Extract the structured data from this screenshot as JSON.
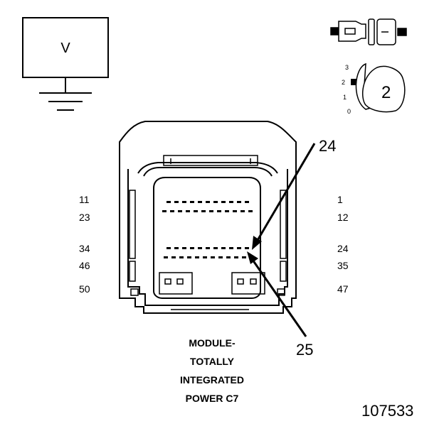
{
  "meter": {
    "symbol": "V"
  },
  "key_switch": {
    "positions": [
      "3",
      "2",
      "1",
      "0"
    ],
    "selected": "2"
  },
  "connector": {
    "left_pin_labels": [
      "11",
      "23",
      "34",
      "46",
      "50"
    ],
    "right_pin_labels": [
      "1",
      "12",
      "24",
      "35",
      "47"
    ],
    "callouts": [
      "24",
      "25"
    ]
  },
  "caption": {
    "lines": [
      "MODULE-",
      "TOTALLY",
      "INTEGRATED",
      "POWER C7"
    ]
  },
  "figure_number": "107533",
  "colors": {
    "stroke": "#000000",
    "background": "#ffffff"
  }
}
